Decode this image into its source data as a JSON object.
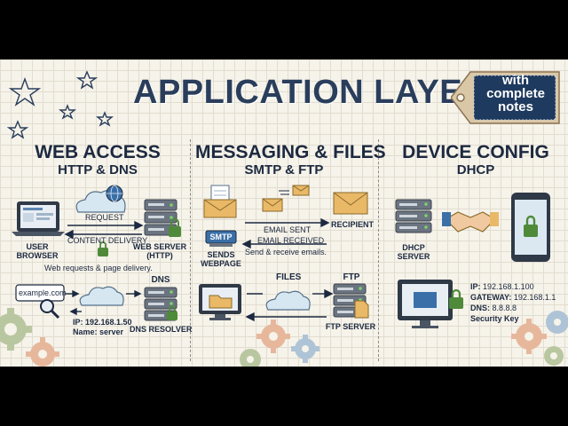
{
  "title": "APPLICATION LAYER",
  "tag": {
    "line1": "with",
    "line2": "complete",
    "line3": "notes"
  },
  "web": {
    "heading": "WEB ACCESS",
    "subheading": "HTTP & DNS",
    "request": "REQUEST",
    "content_delivery": "CONTENT DELIVERY",
    "user_browser_1": "USER",
    "user_browser_2": "BROWSER",
    "web_server_1": "WEB SERVER",
    "web_server_2": "(HTTP)",
    "caption": "Web requests & page delivery.",
    "dns": "DNS",
    "example": "example.com",
    "ip": "IP: 192.168.1.50",
    "name": "Name: server",
    "dns_resolver": "DNS RESOLVER"
  },
  "msg": {
    "heading": "MESSAGING & FILES",
    "subheading": "SMTP & FTP",
    "email_sent": "EMAIL SENT",
    "recipient": "RECIPIENT",
    "smtp": "SMTP",
    "sends_1": "SENDS",
    "sends_2": "WEBPAGE",
    "email_received": "EMAIL RECEIVED",
    "caption": "Send & receive emails.",
    "files": "FILES",
    "ftp": "FTP",
    "ftp_server": "FTP SERVER"
  },
  "device": {
    "heading": "DEVICE CONFIG",
    "subheading": "DHCP",
    "dhcp_1": "DHCP",
    "dhcp_2": "SERVER",
    "ip_label": "IP:",
    "ip": "192.168.1.100",
    "gateway_label": "GATEWAY:",
    "gateway": "192.168.1.1",
    "dns_label": "DNS:",
    "dns": "8.8.8.8",
    "security": "Security Key"
  },
  "colors": {
    "navy": "#2a3e5c",
    "tag": "#1f3a5f",
    "server": "#6b7480",
    "envelope": "#e9b968",
    "cloud": "#d6e7f2",
    "lock": "#4e8a3a"
  }
}
